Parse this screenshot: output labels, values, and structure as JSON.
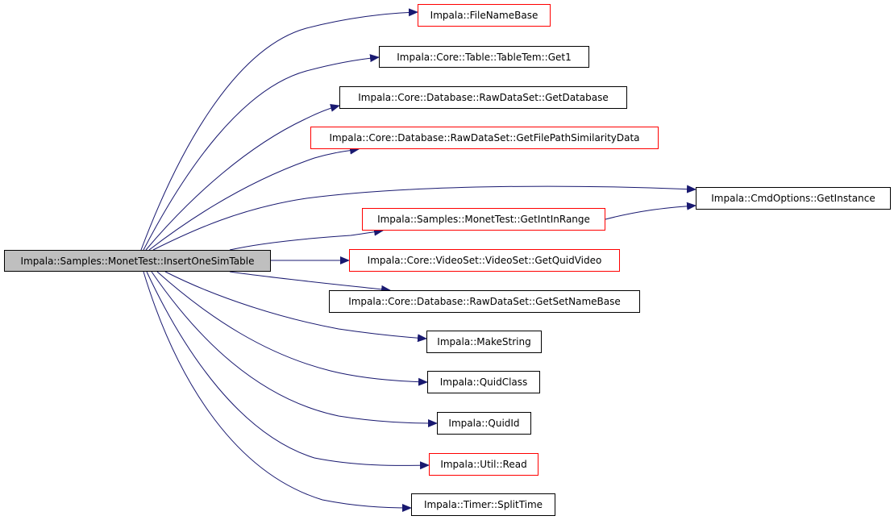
{
  "diagram": {
    "edge_color": "#191970",
    "root": {
      "label": "Impala::Samples::MonetTest::InsertOneSimTable"
    },
    "nodes": [
      {
        "id": "filenamebase",
        "label": "Impala::FileNameBase",
        "border": "red"
      },
      {
        "id": "get1",
        "label": "Impala::Core::Table::TableTem::Get1",
        "border": "black"
      },
      {
        "id": "getdatabase",
        "label": "Impala::Core::Database::RawDataSet::GetDatabase",
        "border": "black"
      },
      {
        "id": "getfilepath",
        "label": "Impala::Core::Database::RawDataSet::GetFilePathSimilarityData",
        "border": "red"
      },
      {
        "id": "getinstance",
        "label": "Impala::CmdOptions::GetInstance",
        "border": "black"
      },
      {
        "id": "getintinrange",
        "label": "Impala::Samples::MonetTest::GetIntInRange",
        "border": "red"
      },
      {
        "id": "getquidvideo",
        "label": "Impala::Core::VideoSet::VideoSet::GetQuidVideo",
        "border": "red"
      },
      {
        "id": "getsetnamebase",
        "label": "Impala::Core::Database::RawDataSet::GetSetNameBase",
        "border": "black"
      },
      {
        "id": "makestring",
        "label": "Impala::MakeString",
        "border": "black"
      },
      {
        "id": "quidclass",
        "label": "Impala::QuidClass",
        "border": "black"
      },
      {
        "id": "quidid",
        "label": "Impala::QuidId",
        "border": "black"
      },
      {
        "id": "read",
        "label": "Impala::Util::Read",
        "border": "red"
      },
      {
        "id": "splittime",
        "label": "Impala::Timer::SplitTime",
        "border": "black"
      }
    ]
  }
}
